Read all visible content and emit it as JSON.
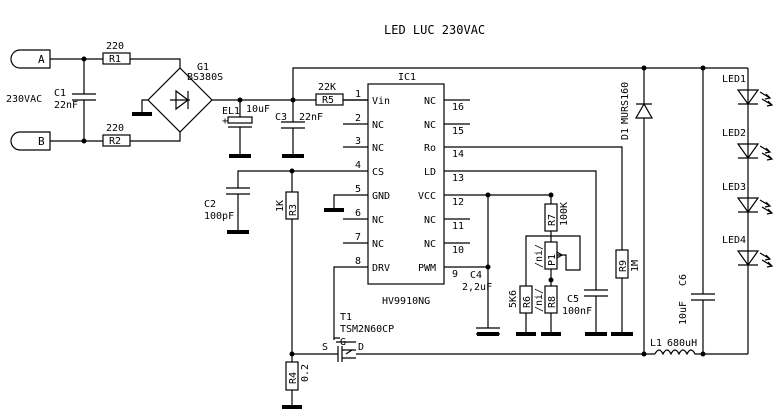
{
  "title": "LED LUC 230VAC",
  "inputs": {
    "a": "A",
    "b": "B",
    "voltage": "230VAC"
  },
  "c1": {
    "ref": "C1",
    "value": "22nF"
  },
  "r1": {
    "ref": "R1",
    "value": "220"
  },
  "r2": {
    "ref": "R2",
    "value": "220"
  },
  "g1": {
    "ref": "G1",
    "value": "BS380S"
  },
  "el1": {
    "ref": "EL1",
    "value": "10uF"
  },
  "c3": {
    "ref": "C3",
    "value": "22nF"
  },
  "r5": {
    "ref": "R5",
    "value": "22K"
  },
  "c2": {
    "ref": "C2",
    "value": "100pF"
  },
  "r3": {
    "ref": "R3",
    "value": "1K"
  },
  "ic1": {
    "ref": "IC1",
    "part": "HV9910NG",
    "pins_left": [
      {
        "num": "1",
        "name": "Vin"
      },
      {
        "num": "2",
        "name": "NC"
      },
      {
        "num": "3",
        "name": "NC"
      },
      {
        "num": "4",
        "name": "CS"
      },
      {
        "num": "5",
        "name": "GND"
      },
      {
        "num": "6",
        "name": "NC"
      },
      {
        "num": "7",
        "name": "NC"
      },
      {
        "num": "8",
        "name": "DRV"
      }
    ],
    "pins_right": [
      {
        "num": "16",
        "name": "NC"
      },
      {
        "num": "15",
        "name": "NC"
      },
      {
        "num": "14",
        "name": "Ro"
      },
      {
        "num": "13",
        "name": "LD"
      },
      {
        "num": "12",
        "name": "VCC"
      },
      {
        "num": "11",
        "name": "NC"
      },
      {
        "num": "10",
        "name": "NC"
      },
      {
        "num": "9",
        "name": "PWM"
      }
    ]
  },
  "c4": {
    "ref": "C4",
    "value": "2,2uF"
  },
  "r6": {
    "ref": "R6",
    "value": "5K6"
  },
  "r7": {
    "ref": "R7",
    "value": "100K"
  },
  "p1": {
    "ref": "P1",
    "value": "/ni/"
  },
  "r8": {
    "ref": "R8",
    "value": "/ni/"
  },
  "c5": {
    "ref": "C5",
    "value": "100nF"
  },
  "r9": {
    "ref": "R9",
    "value": "1M"
  },
  "t1": {
    "ref": "T1",
    "part": "TSM2N60CP",
    "pin_s": "S",
    "pin_g": "G",
    "pin_d": "D"
  },
  "r4": {
    "ref": "R4",
    "value": "0.2"
  },
  "d1": {
    "ref": "D1",
    "part": "MURS160"
  },
  "c6": {
    "ref": "C6",
    "value": "10uF"
  },
  "l1": {
    "ref": "L1",
    "value": "680uH"
  },
  "leds": [
    "LED1",
    "LED2",
    "LED3",
    "LED4"
  ]
}
